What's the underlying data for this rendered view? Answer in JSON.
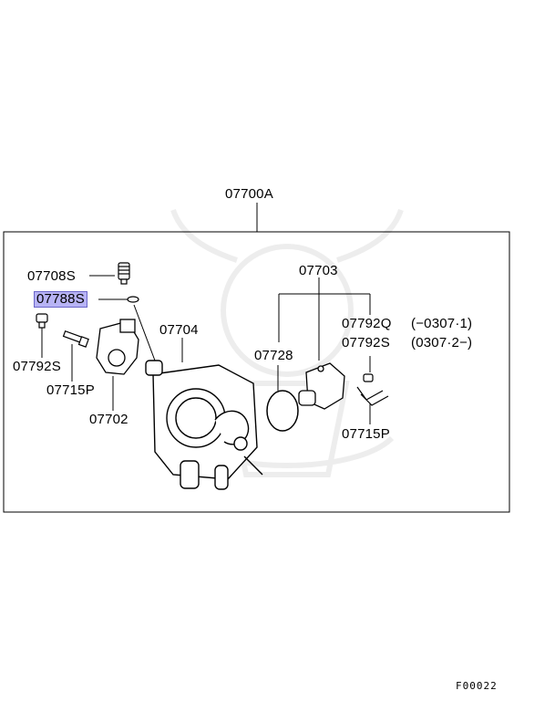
{
  "diagram": {
    "assembly_label": "07700A",
    "parts": {
      "p07708S": "07708S",
      "p07788S": "07788S",
      "p07792S_left": "07792S",
      "p07715P_left": "07715P",
      "p07702": "07702",
      "p07704": "07704",
      "p07703": "07703",
      "p07728": "07728",
      "p07792Q": "07792Q",
      "p07792Q_note": "(−0307·1)",
      "p07792S_right": "07792S",
      "p07792S_right_note": "(0307·2−)",
      "p07715P_right": "07715P"
    },
    "highlighted_part": "07788S",
    "highlight_color": "#b7b3f5",
    "figure_code": "F00022"
  }
}
